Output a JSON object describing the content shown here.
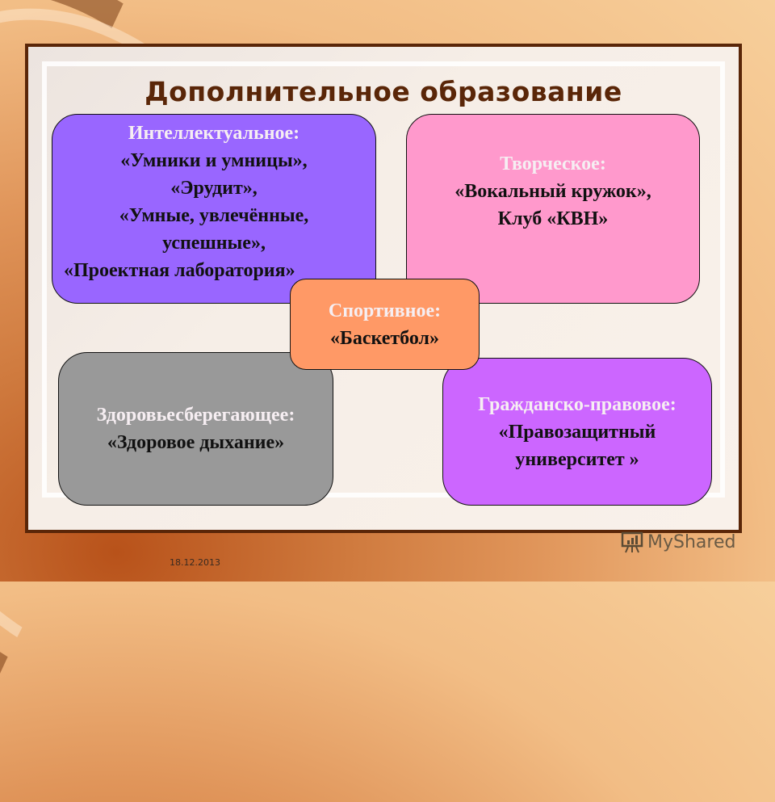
{
  "slide": {
    "title": "Дополнительное образование",
    "date": "18.12.2013",
    "watermark": "MyShared"
  },
  "boxes": {
    "intellectual": {
      "heading": "Интеллектуальное:",
      "lines": [
        "«Умники и умницы»,",
        "«Эрудит»,",
        "«Умные, увлечённые,",
        "успешные»,",
        "«Проектная лаборатория»"
      ],
      "color": "#9966ff"
    },
    "creative": {
      "heading": "Творческое:",
      "lines": [
        "«Вокальный кружок»,",
        "Клуб «КВН»"
      ],
      "color": "#ff99cc"
    },
    "sport": {
      "heading": "Спортивное:",
      "lines": [
        "«Баскетбол»"
      ],
      "color": "#ff9966"
    },
    "health": {
      "heading": "Здоровьесберегающее:",
      "lines": [
        "«Здоровое дыхание»"
      ],
      "color": "#999999"
    },
    "civic": {
      "heading": "Гражданско-правовое:",
      "lines": [
        "«Правозащитный",
        "университет »"
      ],
      "color": "#cc66ff"
    }
  },
  "colors": {
    "title": "#5a2608",
    "frame_border": "#5a2608"
  },
  "icons": {
    "watermark": "presentation-chart-icon"
  }
}
